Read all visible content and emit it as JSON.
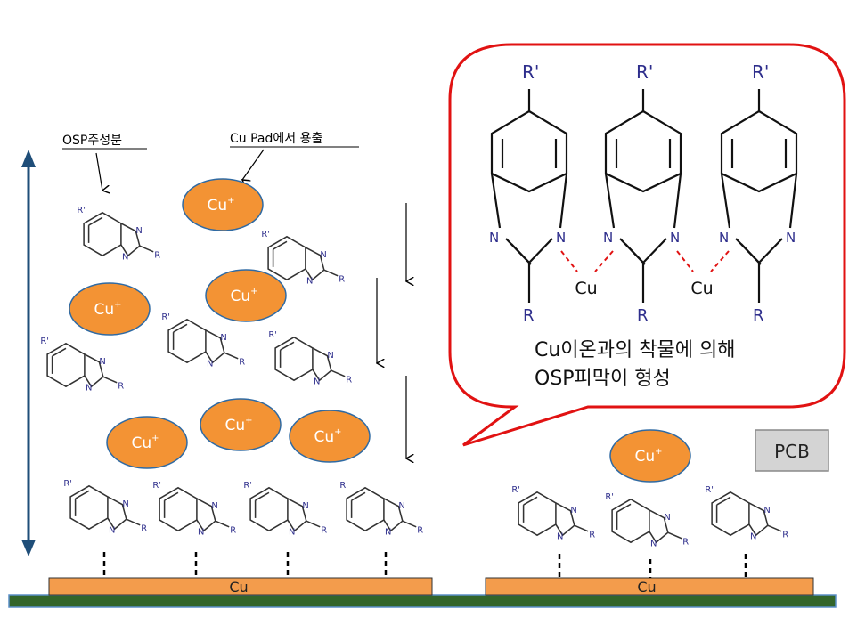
{
  "labels": {
    "osp_component": "OSP주성분",
    "cu_pad_dissolution": "Cu Pad에서 용출",
    "pcb": "PCB",
    "cu_pad": "Cu"
  },
  "ions": {
    "base": "Cu",
    "charge": "+"
  },
  "molecule": {
    "substituent_r_prime": "R'",
    "substituent_r": "R",
    "nitrogen": "N"
  },
  "callout": {
    "line1": "Cu이온과의 착물에 의해",
    "line2": "OSP피막이 형성",
    "cu": "Cu",
    "r_prime": "R'",
    "r": "R",
    "n": "N"
  },
  "colors": {
    "ion_fill": "#f39334",
    "ion_stroke": "#2f6aa3",
    "pad_fill": "#f39c4c",
    "board": "#33652a",
    "board_edge": "#5b8fc7",
    "callout_border": "#e11212",
    "arrow": "#1f4e79",
    "molecule_label": "#2e2e8c",
    "pcb_box": "#d4d4d4"
  }
}
